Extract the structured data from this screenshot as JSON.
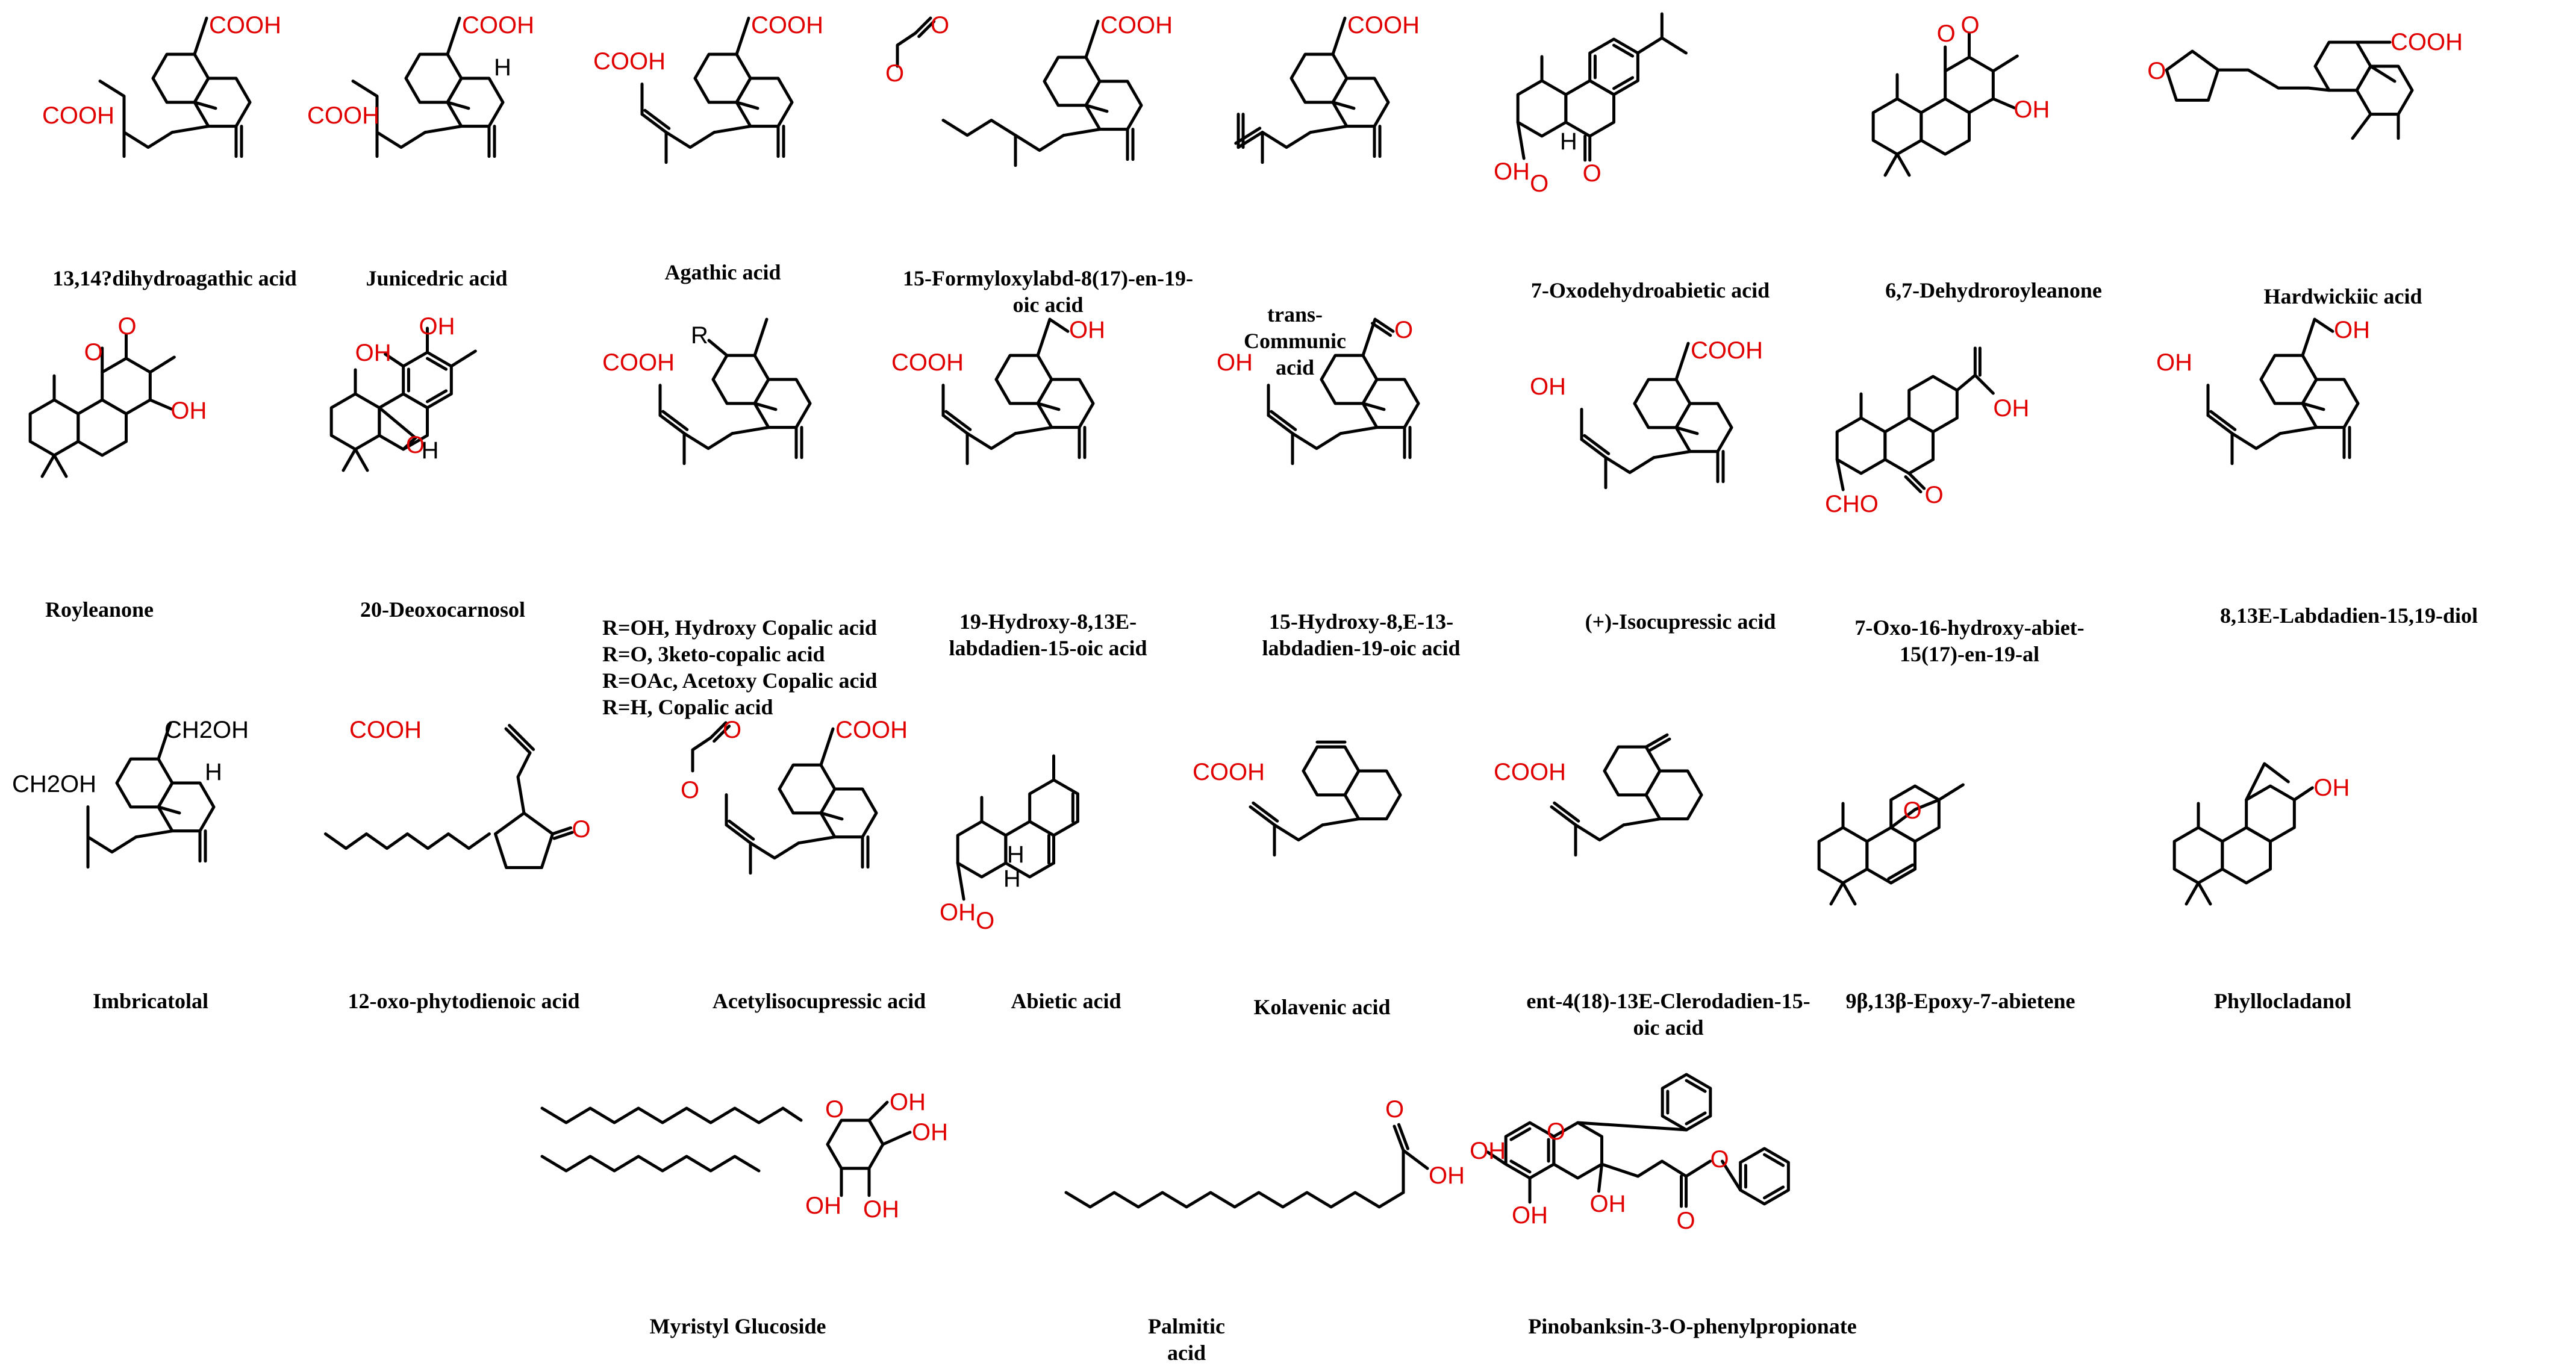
{
  "figure": {
    "compounds": [
      {
        "id": "c1",
        "name": "13,14?dihydroagathic acid",
        "groups": [
          "COOH",
          "COOH"
        ]
      },
      {
        "id": "c2",
        "name": "Junicedric acid",
        "groups": [
          "COOH",
          "COOH",
          "H"
        ]
      },
      {
        "id": "c3",
        "name": "Agathic acid",
        "groups": [
          "COOH",
          "COOH"
        ]
      },
      {
        "id": "c4",
        "name": "15-Formyloxylabd-8(17)-en-19-\noic acid",
        "groups": [
          "COOH",
          "O",
          "O"
        ]
      },
      {
        "id": "c5",
        "name": "trans-\nCommunic\nacid",
        "groups": [
          "COOH"
        ]
      },
      {
        "id": "c6",
        "name": "7-Oxodehydroabietic acid",
        "groups": [
          "OH",
          "O",
          "O",
          "H"
        ]
      },
      {
        "id": "c7",
        "name": "6,7-Dehydroroyleanone",
        "groups": [
          "O",
          "O",
          "OH"
        ]
      },
      {
        "id": "c8",
        "name": "Hardwickiic acid",
        "groups": [
          "COOH",
          "O"
        ]
      },
      {
        "id": "c9",
        "name": "Royleanone",
        "groups": [
          "O",
          "O",
          "OH"
        ]
      },
      {
        "id": "c10",
        "name": "20-Deoxocarnosol",
        "groups": [
          "OH",
          "OH",
          "O",
          "H"
        ]
      },
      {
        "id": "c11",
        "name": "R=OH, Hydroxy Copalic acid\nR=O, 3keto-copalic acid\nR=OAc, Acetoxy Copalic acid\nR=H, Copalic acid",
        "groups": [
          "COOH",
          "R"
        ]
      },
      {
        "id": "c12",
        "name": "19-Hydroxy-8,13E-\nlabdadien-15-oic acid",
        "groups": [
          "COOH",
          "OH"
        ]
      },
      {
        "id": "c13",
        "name": "15-Hydroxy-8,E-13-\nlabdadien-19-oic acid",
        "groups": [
          "OH",
          "O"
        ]
      },
      {
        "id": "c14",
        "name": "(+)-Isocupressic acid",
        "groups": [
          "OH",
          "COOH"
        ]
      },
      {
        "id": "c15",
        "name": "7-Oxo-16-hydroxy-abiet-\n15(17)-en-19-al",
        "groups": [
          "OH",
          "O",
          "CHO"
        ]
      },
      {
        "id": "c16",
        "name": "8,13E-Labdadien-15,19-diol",
        "groups": [
          "OH",
          "OH"
        ]
      },
      {
        "id": "c17",
        "name": "Imbricatolal",
        "groups": [
          "CH2OH",
          "CH2OH",
          "H"
        ]
      },
      {
        "id": "c18",
        "name": "12-oxo-phytodienoic acid",
        "groups": [
          "COOH",
          "O"
        ]
      },
      {
        "id": "c19",
        "name": "Acetylisocupressic acid",
        "groups": [
          "O",
          "O",
          "COOH"
        ]
      },
      {
        "id": "c20",
        "name": "Abietic acid",
        "groups": [
          "OH",
          "O",
          "H",
          "H"
        ]
      },
      {
        "id": "c21",
        "name": "Kolavenic acid",
        "groups": [
          "COOH"
        ]
      },
      {
        "id": "c22",
        "name": "ent-4(18)-13E-Clerodadien-15-\noic acid",
        "groups": [
          "COOH"
        ]
      },
      {
        "id": "c23",
        "name": "9β,13β-Epoxy-7-abietene",
        "groups": [
          "O"
        ]
      },
      {
        "id": "c24",
        "name": "Phyllocladanol",
        "groups": [
          "OH"
        ]
      },
      {
        "id": "c25",
        "name": "Myristyl Glucoside",
        "groups": [
          "O",
          "OH",
          "OH",
          "OH",
          "OH"
        ]
      },
      {
        "id": "c26",
        "name": "Palmitic\nacid",
        "groups": [
          "O",
          "OH"
        ]
      },
      {
        "id": "c27",
        "name": "Pinobanksin-3-O-phenylpropionate",
        "groups": [
          "OH",
          "O",
          "OH",
          "OH",
          "O",
          "O"
        ]
      }
    ]
  }
}
